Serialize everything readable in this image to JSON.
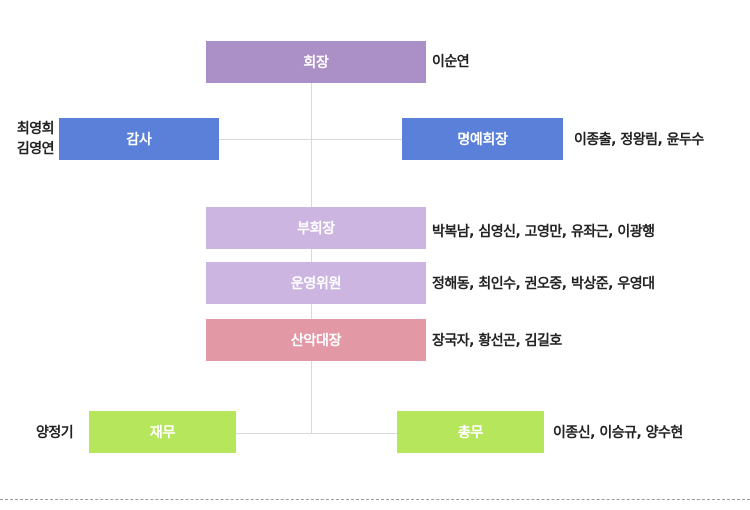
{
  "colors": {
    "president": "#ab8fc7",
    "audit": "#5b80d9",
    "honorary": "#5b80d9",
    "vice": "#ccb6e1",
    "committee": "#ccb6e1",
    "mountaineering": "#e398a5",
    "finance": "#b5e65b",
    "general": "#b5e65b",
    "line": "#d9d9d9"
  },
  "org": {
    "president": {
      "label": "회장",
      "names": "이순연"
    },
    "audit": {
      "label": "감사",
      "names_line1": "최영희",
      "names_line2": "김영연"
    },
    "honorary": {
      "label": "명예회장",
      "names": "이종출, 정왕림, 윤두수"
    },
    "vice": {
      "label": "부회장",
      "names": "박복남, 심영신, 고영만, 유좌근, 이광행"
    },
    "committee": {
      "label": "운영위원",
      "names": "정해동, 최인수, 권오중, 박상준, 우영대"
    },
    "mountaineering": {
      "label": "산악대장",
      "names": "장국자, 황선곤, 김길호"
    },
    "finance": {
      "label": "재무",
      "names": "양정기"
    },
    "general": {
      "label": "총무",
      "names": "이종신, 이승규, 양수현"
    }
  }
}
